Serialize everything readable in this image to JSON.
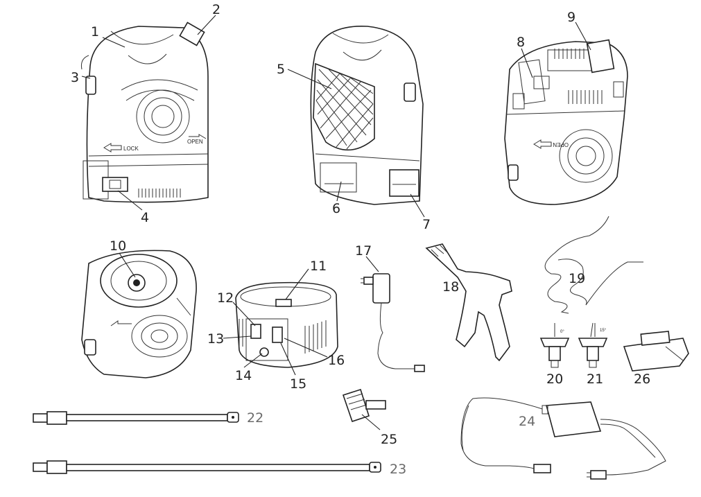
{
  "callouts": {
    "n1": "1",
    "n2": "2",
    "n3": "3",
    "n4": "4",
    "n5": "5",
    "n6": "6",
    "n7": "7",
    "n8": "8",
    "n9": "9",
    "n10": "10",
    "n11": "11",
    "n12": "12",
    "n13": "13",
    "n14": "14",
    "n15": "15",
    "n16": "16",
    "n17": "17",
    "n18": "18",
    "n19": "19",
    "n20": "20",
    "n21": "21",
    "n22": "22",
    "n23": "23",
    "n24": "24",
    "n25": "25",
    "n26": "26"
  },
  "unit_labels": {
    "lock": "LOCK",
    "open": "OPEN",
    "open_rotated": "OPEN"
  },
  "nozzles": {
    "angle_0": "0°",
    "angle_15": "15°"
  }
}
